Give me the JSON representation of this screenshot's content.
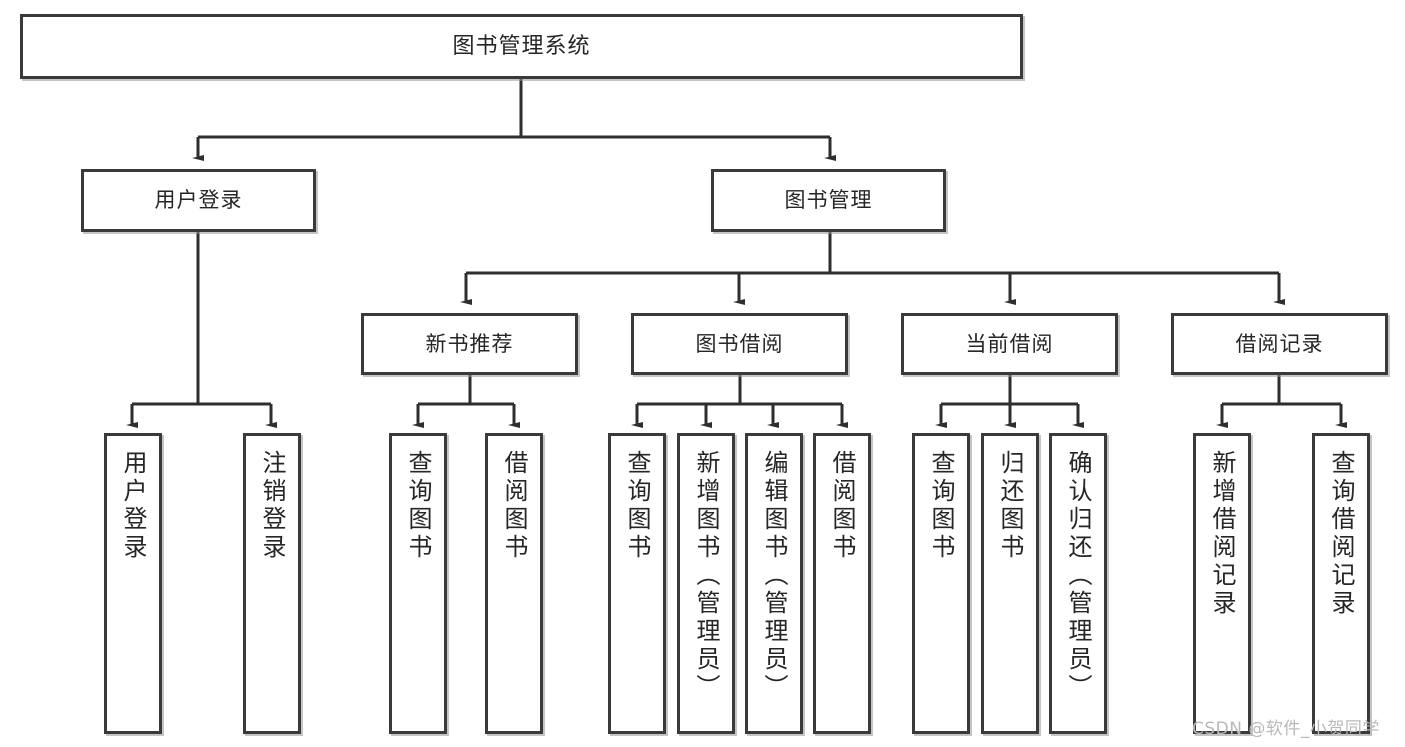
{
  "diagram": {
    "type": "tree-hierarchy-chart",
    "title": "图书管理系统",
    "watermark": "CSDN @软件_小贺同学",
    "colors": {
      "box_border": "#3a3a3a",
      "box_fill": "#ffffff",
      "connector": "#2e2e2e",
      "text": "#262626",
      "watermark": "#b9b9b9"
    },
    "levels": {
      "root": {
        "label": "图书管理系统"
      },
      "level2": [
        {
          "label": "用户登录"
        },
        {
          "label": "图书管理"
        }
      ],
      "level3": [
        {
          "label": "新书推荐"
        },
        {
          "label": "图书借阅"
        },
        {
          "label": "当前借阅"
        },
        {
          "label": "借阅记录"
        }
      ],
      "leaves": {
        "user_login": [
          {
            "label": "用户登录"
          },
          {
            "label": "注销登录"
          }
        ],
        "new_book_recommend": [
          {
            "label": "查询图书"
          },
          {
            "label": "借阅图书"
          }
        ],
        "book_borrow": [
          {
            "label": "查询图书"
          },
          {
            "label": "新增图书（管理员）"
          },
          {
            "label": "编辑图书（管理员）"
          },
          {
            "label": "借阅图书"
          }
        ],
        "current_borrow": [
          {
            "label": "查询图书"
          },
          {
            "label": "归还图书"
          },
          {
            "label": "确认归还（管理员）"
          }
        ],
        "borrow_record": [
          {
            "label": "新增借阅记录"
          },
          {
            "label": "查询借阅记录"
          }
        ]
      }
    }
  }
}
